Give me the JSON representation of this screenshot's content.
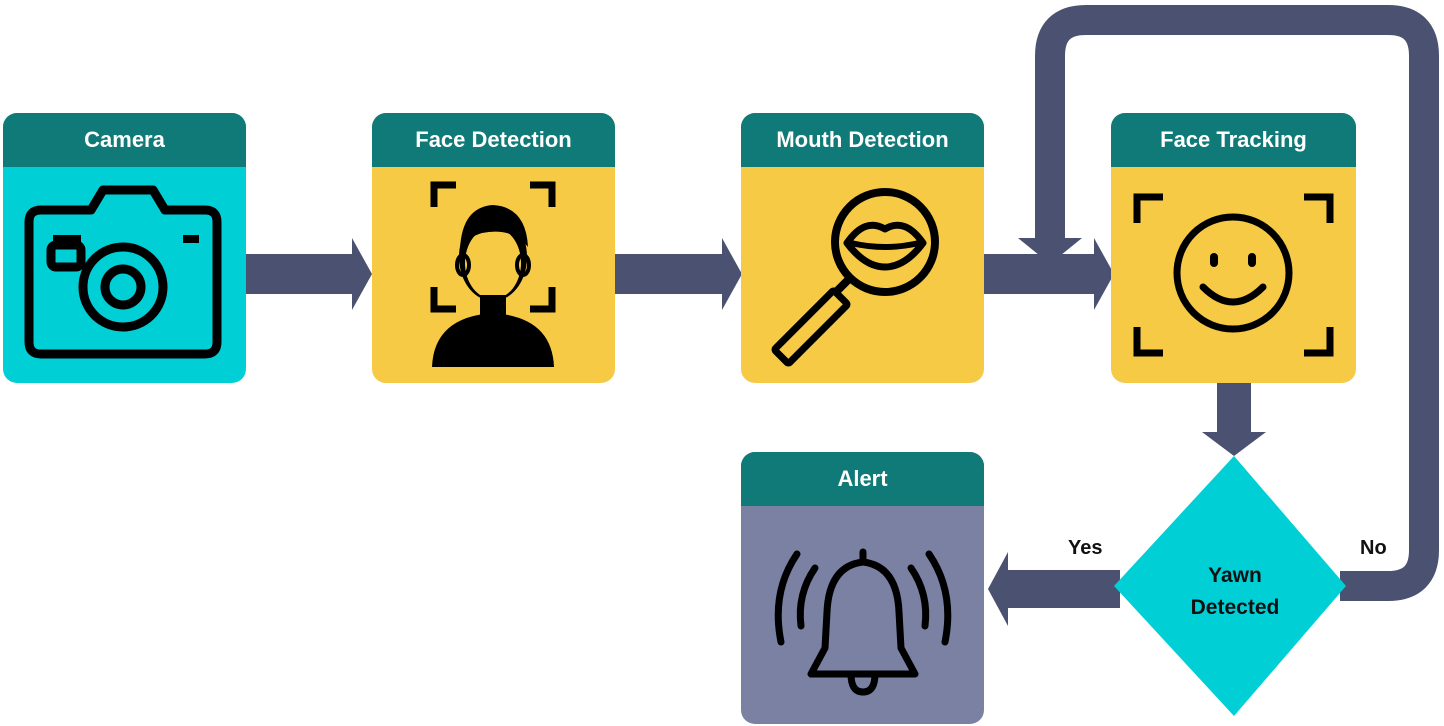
{
  "colors": {
    "header": "#0f7a77",
    "arrow": "#4b5170",
    "cyan": "#00cfd6",
    "yellow": "#f6ca45",
    "slate": "#7a81a3",
    "icon": "#000000"
  },
  "nodes": {
    "camera": {
      "title": "Camera",
      "icon": "camera-icon"
    },
    "face_detection": {
      "title": "Face Detection",
      "icon": "person-face-frame-icon"
    },
    "mouth_detection": {
      "title": "Mouth Detection",
      "icon": "magnifier-lips-icon"
    },
    "face_tracking": {
      "title": "Face Tracking",
      "icon": "smiley-frame-icon"
    },
    "alert": {
      "title": "Alert",
      "icon": "ringing-bell-icon"
    },
    "decision": {
      "line1": "Yawn",
      "line2": "Detected"
    }
  },
  "edges": {
    "yes_label": "Yes",
    "no_label": "No"
  }
}
